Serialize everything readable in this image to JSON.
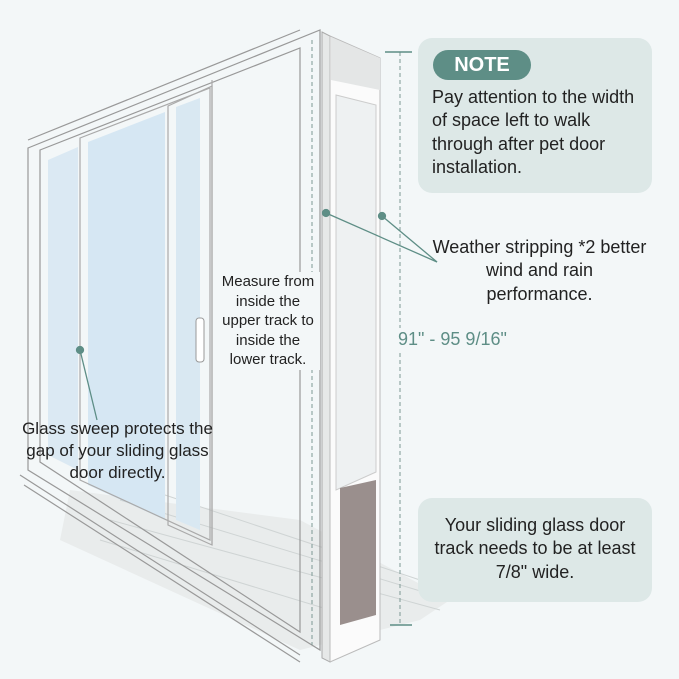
{
  "note": {
    "badge": "NOTE",
    "text": "Pay attention to the width of space left to walk through after pet door installation."
  },
  "callouts": {
    "weather_stripping": "Weather stripping *2 better wind and rain performance.",
    "measure": "Measure from inside the upper track to inside the lower track.",
    "height_range": "91\" - 95 9/16\"",
    "glass_sweep": "Glass sweep protects the gap of your sliding glass door directly.",
    "track_width": "Your sliding glass door track needs to be at least 7/8\" wide."
  },
  "colors": {
    "accent": "#5e8e86",
    "box": "#dde8e7",
    "background": "#f3f7f8"
  }
}
